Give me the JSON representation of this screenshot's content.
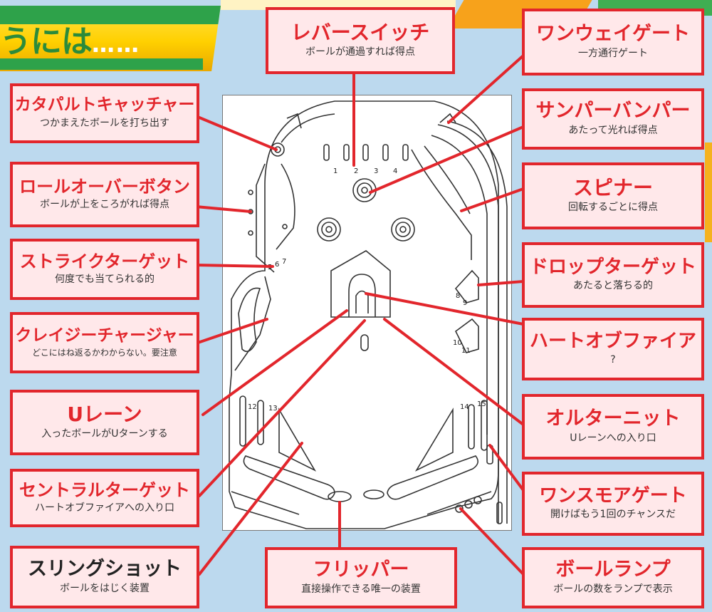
{
  "header": {
    "title": "うには",
    "dots": "……"
  },
  "callouts": {
    "lever_switch": {
      "title": "レバースイッチ",
      "desc": "ボールが通過すれば得点"
    },
    "one_way_gate": {
      "title": "ワンウェイゲート",
      "desc": "一方通行ゲート"
    },
    "catapult_catcher": {
      "title": "カタパルトキャッチャー",
      "desc": "つかまえたボールを打ち出す"
    },
    "thumper_bumper": {
      "title": "サンパーバンパー",
      "desc": "あたって光れば得点"
    },
    "rollover_button": {
      "title": "ロールオーバーボタン",
      "desc": "ボールが上をころがれば得点"
    },
    "spinner": {
      "title": "スピナー",
      "desc": "回転するごとに得点"
    },
    "stryker_target": {
      "title": "ストライクターゲット",
      "desc": "何度でも当てられる的"
    },
    "drop_target": {
      "title": "ドロップターゲット",
      "desc": "あたると落ちる的"
    },
    "crazy_charger": {
      "title": "クレイジーチャージャー",
      "desc": "どこにはね返るかわからない。要注意"
    },
    "heart_of_fire": {
      "title": "ハートオブファイア",
      "desc": "?"
    },
    "u_lane": {
      "title": "Uレーン",
      "desc": "入ったボールがUターンする"
    },
    "alternate": {
      "title": "オルターニット",
      "desc": "Uレーンへの入り口"
    },
    "central_target": {
      "title": "セントラルターゲット",
      "desc": "ハートオブファイアへの入り口"
    },
    "once_more_gate": {
      "title": "ワンスモアゲート",
      "desc": "開けばもう1回のチャンスだ"
    },
    "slingshot": {
      "title": "スリングショット",
      "desc": "ボールをはじく装置"
    },
    "flipper": {
      "title": "フリッパー",
      "desc": "直接操作できる唯一の装置"
    },
    "ball_lamp": {
      "title": "ボールランプ",
      "desc": "ボールの数をランプで表示"
    }
  },
  "playfield_labels": {
    "lanes": [
      "1",
      "2",
      "3",
      "4"
    ],
    "stryker": [
      "5",
      "6",
      "7"
    ],
    "drop_upper": [
      "8",
      "9"
    ],
    "drop_lower": [
      "10",
      "11"
    ],
    "left_inlanes": [
      "12",
      "13"
    ],
    "right_inlanes": [
      "14",
      "15"
    ]
  },
  "colors": {
    "accent": "#e2262c",
    "box_fill": "#ffe8ea",
    "background": "#bcd9ee",
    "header_green": "#2ea24a",
    "header_yellow": "#ffd000"
  }
}
